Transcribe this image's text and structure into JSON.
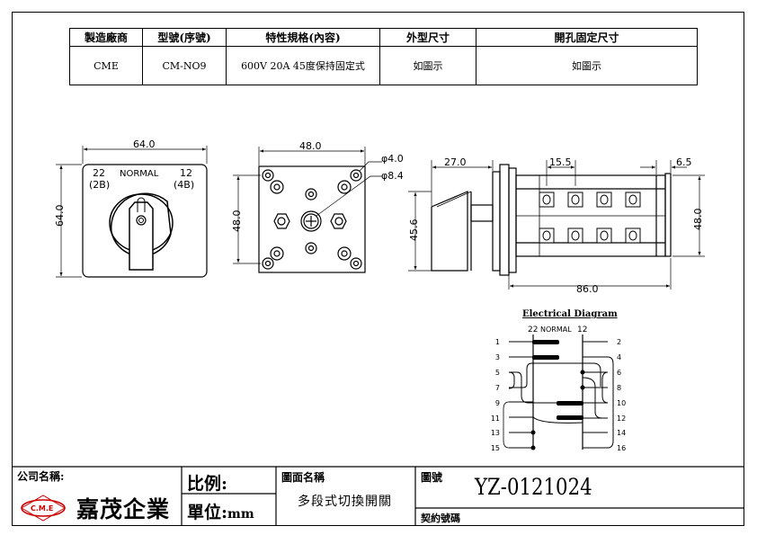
{
  "spec_table": {
    "headers": [
      "製造廠商",
      "型號(序號)",
      "特性規格(內容)",
      "外型尺寸",
      "開孔固定尺寸"
    ],
    "row": [
      "CME",
      "CM-NO9",
      "600V 20A 45度保持固定式",
      "如圖示",
      "如圖示"
    ]
  },
  "front_view": {
    "dim_width": "64.0",
    "dim_height": "64.0",
    "label_left_num": "22",
    "label_left_sub": "(2B)",
    "label_center": "NORMAL",
    "label_right_num": "12",
    "label_right_sub": "(4B)"
  },
  "back_view": {
    "dim_width": "48.0",
    "dim_height": "48.0",
    "dim_hole_small": "φ4.0",
    "dim_hole_large": "φ8.4"
  },
  "side_view": {
    "dim_knob": "27.0",
    "dim_knob_height": "45.6",
    "dim_pitch": "15.5",
    "dim_end": "6.5",
    "dim_height": "48.0",
    "dim_length": "86.0"
  },
  "electrical_diagram": {
    "title": "Electrical Diagram",
    "header_left": "22",
    "header_center": "NORMAL",
    "header_right": "12",
    "left_terminals": [
      "1",
      "3",
      "5",
      "7",
      "9",
      "11",
      "13",
      "15"
    ],
    "right_terminals": [
      "2",
      "4",
      "6",
      "8",
      "10",
      "12",
      "14",
      "16"
    ]
  },
  "title_block": {
    "company_label": "公司名稱:",
    "company_name": "嘉茂企業",
    "logo_text": "C.M.E",
    "scale_label": "比例:",
    "unit_label": "單位:",
    "unit_value": "mm",
    "drawing_name_label": "圖面名稱",
    "drawing_name": "多段式切換開關",
    "drawing_no_label": "圖號",
    "drawing_no": "YZ-0121024",
    "contract_label": "契約號碼"
  }
}
